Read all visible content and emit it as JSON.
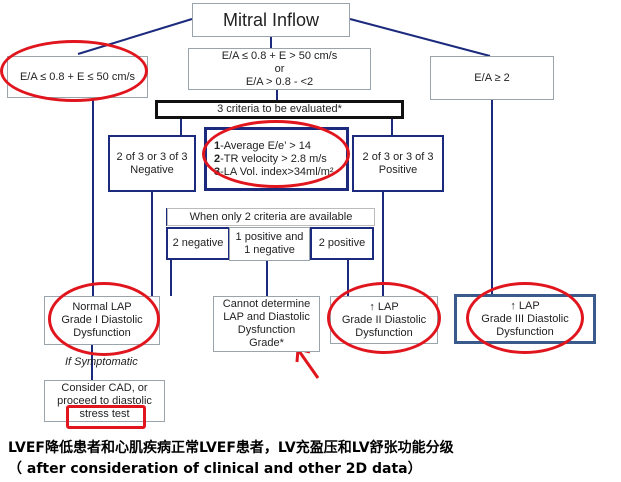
{
  "title": "Mitral Inflow",
  "ea_low": "E/A ≤ 0.8 + E ≤ 50 cm/s",
  "ea_mid": [
    "E/A ≤ 0.8 + E > 50 cm/s",
    "or",
    "E/A > 0.8 - <2"
  ],
  "ea_high": "E/A ≥ 2",
  "criteria_header": "3 criteria to be evaluated*",
  "criteria": [
    {
      "num": "1",
      "text": "-Average E/e’ > 14"
    },
    {
      "num": "2",
      "text": "-TR velocity > 2.8 m/s"
    },
    {
      "num": "3",
      "text": "-LA Vol. index>34ml/m²"
    }
  ],
  "negative": [
    "2 of 3 or 3 of 3",
    "Negative"
  ],
  "positive": [
    "2 of 3 or 3 of 3",
    "Positive"
  ],
  "two_criteria_header": "When only 2 criteria are available",
  "two_negative": "2 negative",
  "mixed": [
    "1 positive and",
    "1 negative"
  ],
  "two_positive": "2 positive",
  "outcomes": {
    "normal": [
      "Normal  LAP",
      "Grade I Diastolic",
      "Dysfunction"
    ],
    "undetermined": [
      "Cannot determine",
      "LAP and Diastolic",
      "Dysfunction",
      "Grade*"
    ],
    "grade2": [
      "↑ LAP",
      "Grade II Diastolic",
      "Dysfunction"
    ],
    "grade3": [
      "↑ LAP",
      "Grade III Diastolic",
      "Dysfunction"
    ]
  },
  "if_symptomatic": "If Symptomatic",
  "consider": [
    "Consider CAD, or",
    "proceed to diastolic",
    "stress  test"
  ],
  "caption_line1": "LVEF降低患者和心肌疾病正常LVEF患者，LV充盈压和LV舒张功能分级",
  "caption_line2": "（ after consideration of clinical and other 2D data）",
  "colors": {
    "navy": "#1c2a7e",
    "red": "#e0151d",
    "gray_border": "#9aa4ad"
  }
}
